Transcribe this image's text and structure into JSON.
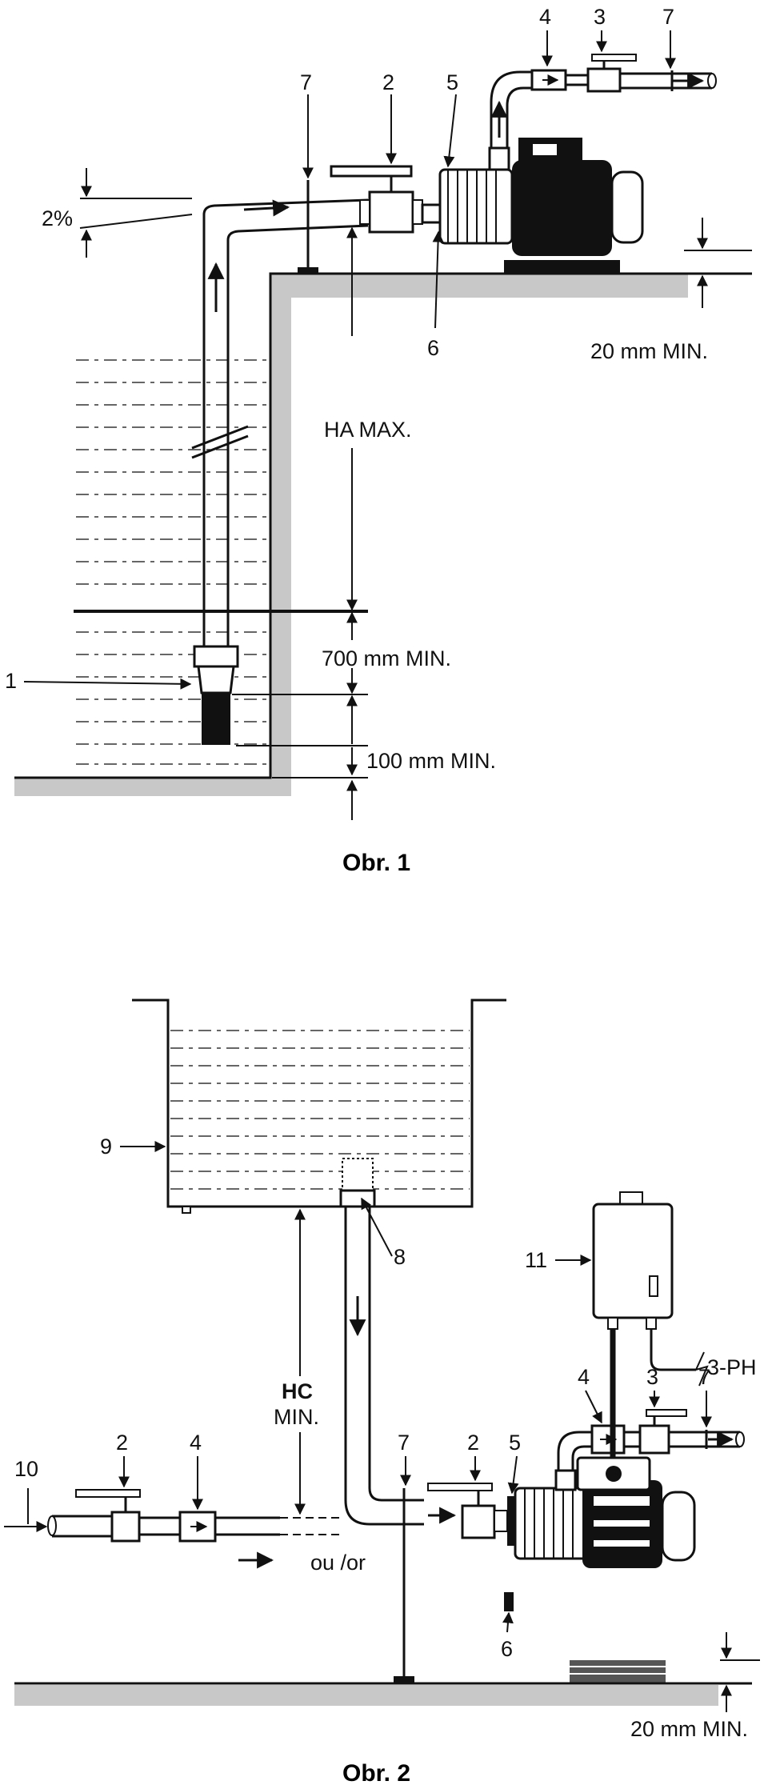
{
  "figure1": {
    "caption": "Obr. 1",
    "callouts": [
      "1",
      "2",
      "3",
      "4",
      "5",
      "6",
      "7",
      "7"
    ],
    "slope_label": "2%",
    "height_label": "HA MAX.",
    "submersion_label": "700 mm MIN.",
    "bottom_clearance_label": "100 mm MIN.",
    "base_height_label": "20 mm MIN."
  },
  "figure2": {
    "caption": "Obr. 2",
    "callouts": [
      "2",
      "2",
      "3",
      "4",
      "4",
      "5",
      "6",
      "7",
      "7",
      "8",
      "9",
      "10",
      "11"
    ],
    "height_label_bold": "HC",
    "height_label_sub": "MIN.",
    "alt_feed_label": "ou /or",
    "power_label": "3-PH",
    "base_height_label": "20 mm MIN."
  }
}
